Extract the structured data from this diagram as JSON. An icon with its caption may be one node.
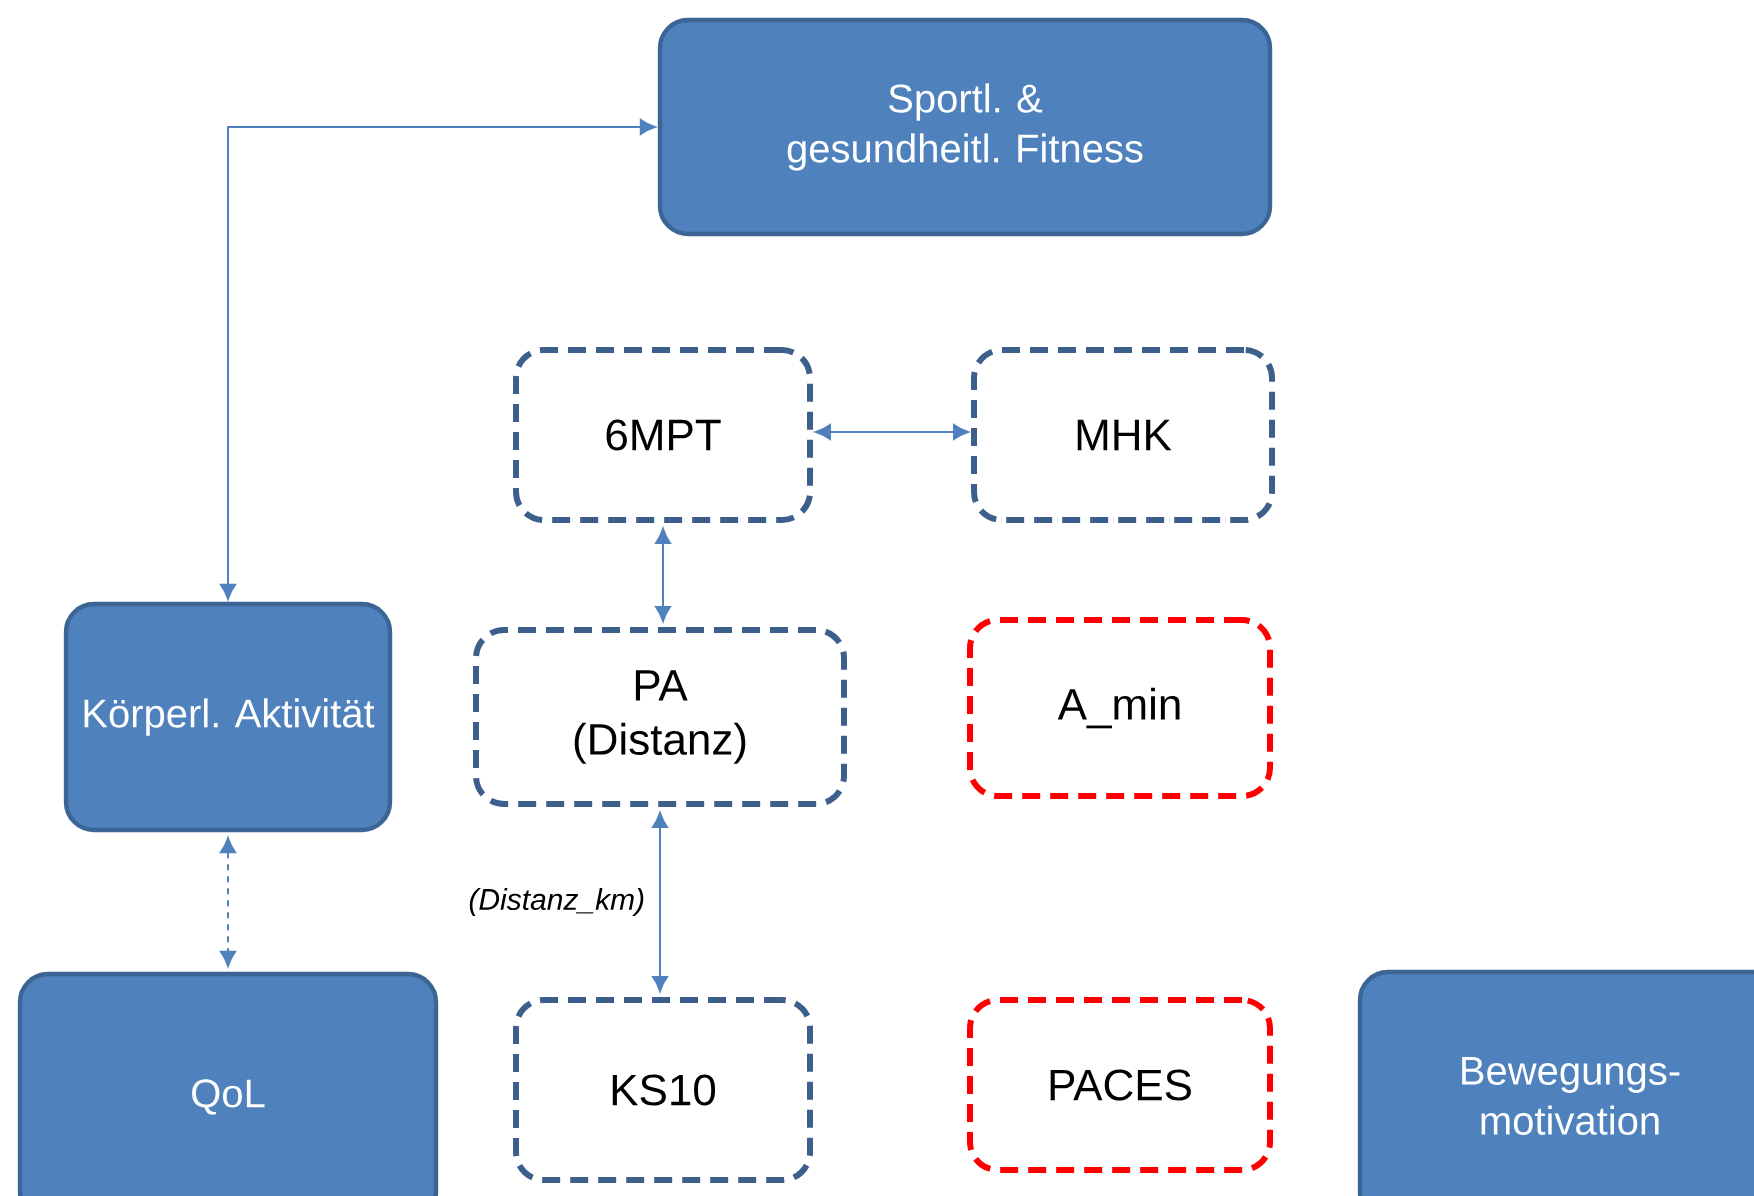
{
  "diagram": {
    "nodes": [
      {
        "text": [
          "Sportl. & gesundheitl. Fitness"
        ]
      },
      {
        "text": [
          "6MPT"
        ]
      },
      {
        "text": [
          "MHK"
        ]
      },
      {
        "text": [
          "Körperl. Aktivität"
        ]
      },
      {
        "text": [
          "PA (Distanz)"
        ]
      },
      {
        "text": [
          "A_min"
        ]
      },
      {
        "text": [
          "QoL"
        ]
      },
      {
        "text": [
          "KS10"
        ]
      },
      {
        "text": [
          "PACES"
        ]
      },
      {
        "text": [
          "Bewegungs- motivation"
        ]
      }
    ],
    "edges": [
      {
        "from": 0,
        "to": 3,
        "arrow": "both"
      },
      {
        "from": 1,
        "to": 2,
        "arrow": "both"
      },
      {
        "from": 1,
        "to": 4,
        "arrow": "both"
      },
      {
        "from": 3,
        "to": 6,
        "arrow": "both",
        "style": "dashed"
      },
      {
        "from": 4,
        "to": 7,
        "arrow": "both",
        "label": "(Distanz_km)"
      }
    ]
  }
}
